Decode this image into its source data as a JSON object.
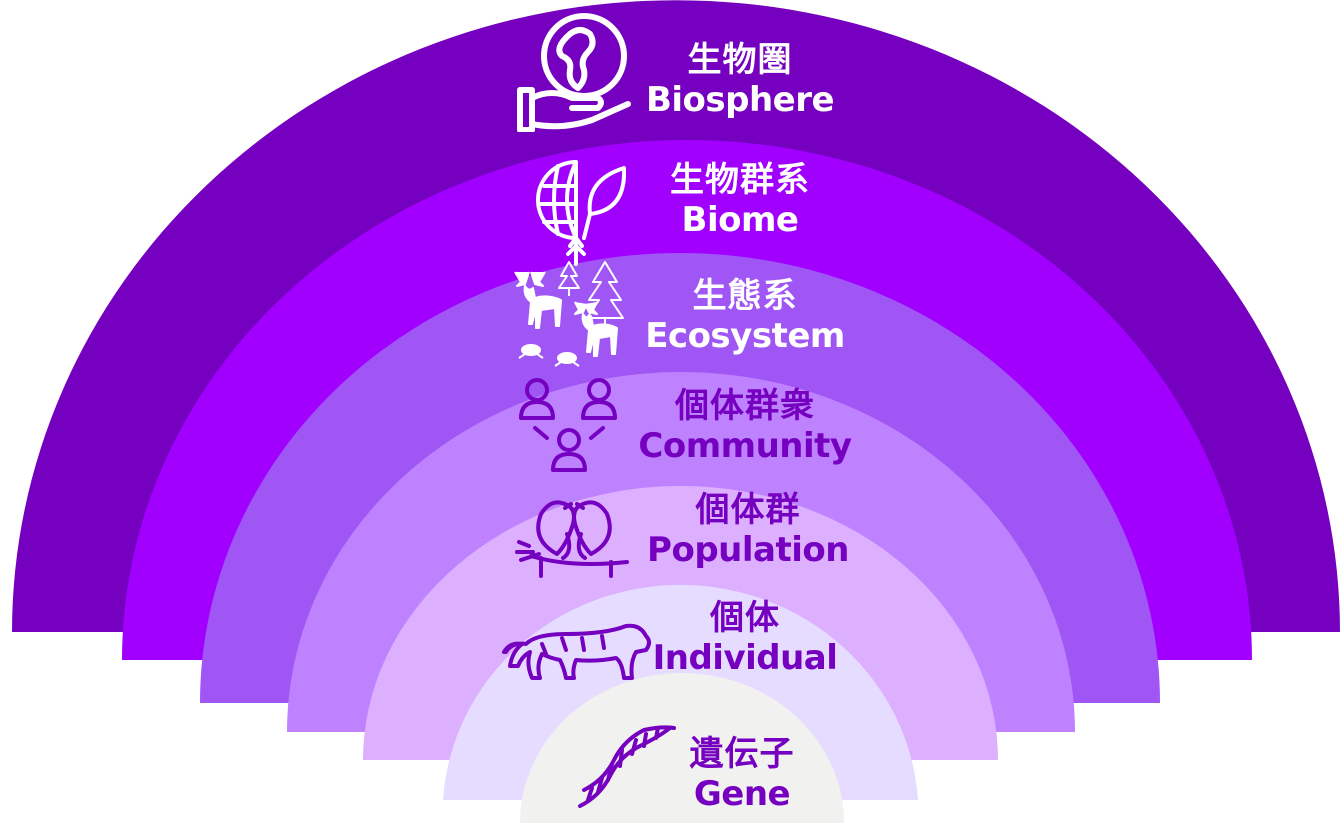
{
  "colors": {
    "ring1": "#7500c0",
    "ring2": "#a100ff",
    "ring3": "#a055f5",
    "ring4": "#be82ff",
    "ring5": "#dcafff",
    "ring6": "#e6dcff",
    "ring7": "#f1f1ef",
    "light_text": "#ffffff",
    "dark_text": "#7500c0"
  },
  "levels": [
    {
      "jp": "生物圏",
      "en": "Biosphere",
      "icon": "hand-globe-icon"
    },
    {
      "jp": "生物群系",
      "en": "Biome",
      "icon": "globe-leaf-icon"
    },
    {
      "jp": "生態系",
      "en": "Ecosystem",
      "icon": "deer-trees-frogs-icon"
    },
    {
      "jp": "個体群衆",
      "en": "Community",
      "icon": "people-network-icon"
    },
    {
      "jp": "個体群",
      "en": "Population",
      "icon": "birds-on-branch-icon"
    },
    {
      "jp": "個体",
      "en": "Individual",
      "icon": "tiger-icon"
    },
    {
      "jp": "遺伝子",
      "en": "Gene",
      "icon": "dna-icon"
    }
  ]
}
